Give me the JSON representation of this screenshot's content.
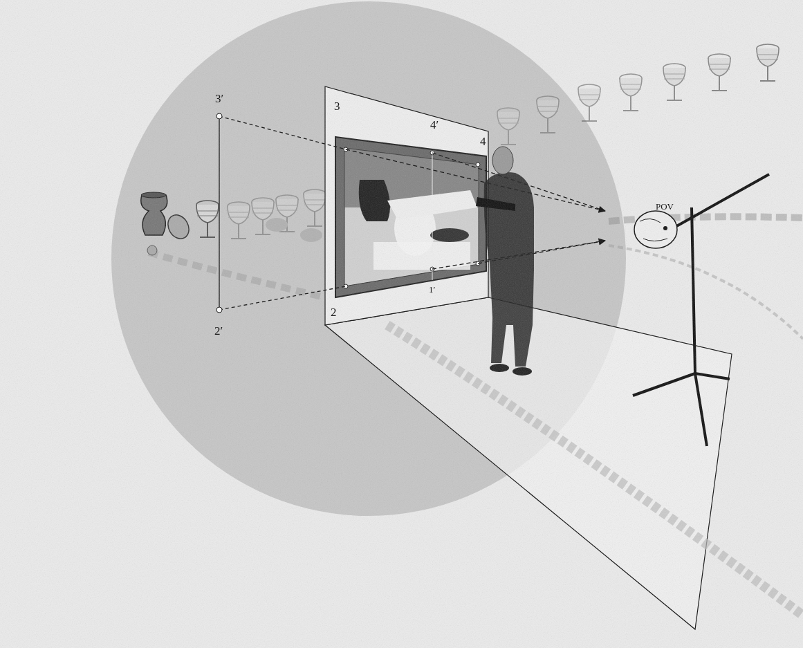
{
  "diagram": {
    "labels": [
      "3′",
      "3",
      "4′",
      "4",
      "2",
      "2′",
      "1′",
      "POV"
    ]
  }
}
